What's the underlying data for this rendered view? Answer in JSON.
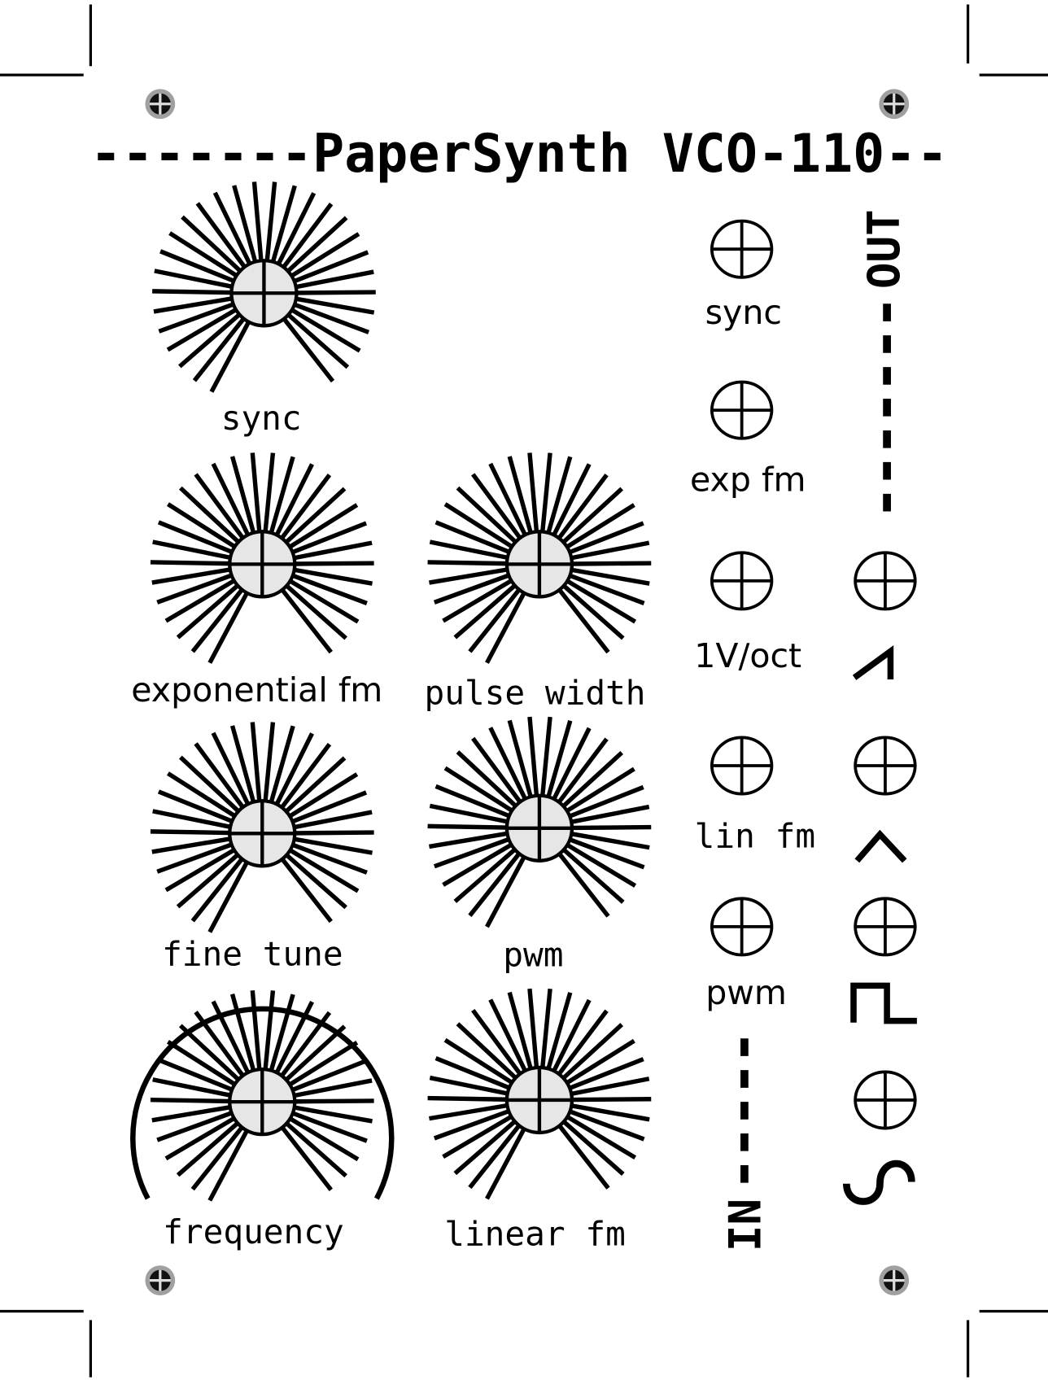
{
  "title": "-------PaperSynth VCO-110--",
  "knobs": [
    {
      "id": "sync",
      "label": "sync"
    },
    {
      "id": "exponential-fm",
      "label": "exponential fm"
    },
    {
      "id": "pulse-width",
      "label": "pulse width"
    },
    {
      "id": "fine-tune",
      "label": "fine tune"
    },
    {
      "id": "pwm",
      "label": "pwm"
    },
    {
      "id": "frequency",
      "label": "frequency"
    },
    {
      "id": "linear-fm",
      "label": "linear fm"
    }
  ],
  "inputs": [
    {
      "label": "sync"
    },
    {
      "label": "exp fm"
    },
    {
      "label": "1V/oct"
    },
    {
      "label": "lin fm"
    },
    {
      "label": "pwm"
    }
  ],
  "outputs": [
    {
      "wave": "saw-wave-icon"
    },
    {
      "wave": "triangle-wave-icon"
    },
    {
      "wave": "square-wave-icon"
    },
    {
      "wave": "sine-wave-icon"
    }
  ],
  "in_label": "IN",
  "out_label": "OUT",
  "colors": {
    "ink": "#000000",
    "knob_fill": "#e6e6e6",
    "screw_ring": "#a0a0a0"
  }
}
